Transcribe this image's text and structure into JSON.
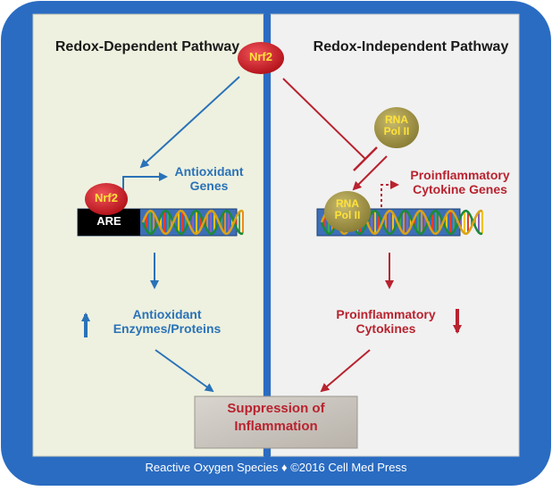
{
  "left_panel": {
    "title": "Redox-Dependent Pathway",
    "nrf2_label": "Nrf2",
    "are_label": "ARE",
    "genes_label": "Antioxidant Genes",
    "output_label": "Antioxidant Enzymes/Proteins"
  },
  "right_panel": {
    "title": "Redox-Independent Pathway",
    "rnapol_label": "RNA Pol II",
    "genes_label": "Proinflammatory Cytokine Genes",
    "output_label": "Proinflammatory Cytokines"
  },
  "top_node": {
    "label": "Nrf2"
  },
  "result_box": {
    "label": "Suppression of Inflammation"
  },
  "footer": {
    "text": "Reactive Oxygen Species ♦ ©2016 Cell Med Press"
  },
  "colors": {
    "frame_blue": "#2a6cc2",
    "left_bg": "#eef1df",
    "right_bg": "#f1f1f1",
    "divider_blue": "#2a6cc2",
    "nrf2_red": "#d41f26",
    "label_yellow": "#ffe23a",
    "pol_olive": "#a89a4a",
    "arrow_blue": "#2a72b8",
    "arrow_red": "#b8232f",
    "dna_bar": "#3d6fb8"
  }
}
